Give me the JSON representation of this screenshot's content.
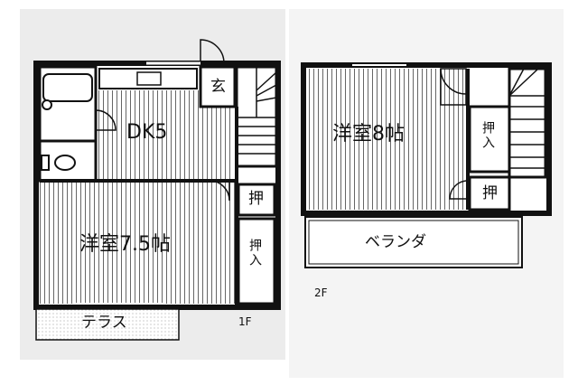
{
  "floor_1": {
    "label": "1F",
    "rooms": {
      "dk": "DK5",
      "western_room": "洋室7.5帖",
      "entrance": "玄",
      "closet_upper": "押",
      "closet_lower": "押入",
      "terrace": "テラス"
    }
  },
  "floor_2": {
    "label": "2F",
    "rooms": {
      "western_room": "洋室8帖",
      "closet_upper": "押入",
      "closet_lower": "押",
      "balcony": "ベランダ"
    }
  },
  "colors": {
    "wall": "#111111",
    "background_1f": "#ececec",
    "background_2f": "#f4f4f4"
  }
}
